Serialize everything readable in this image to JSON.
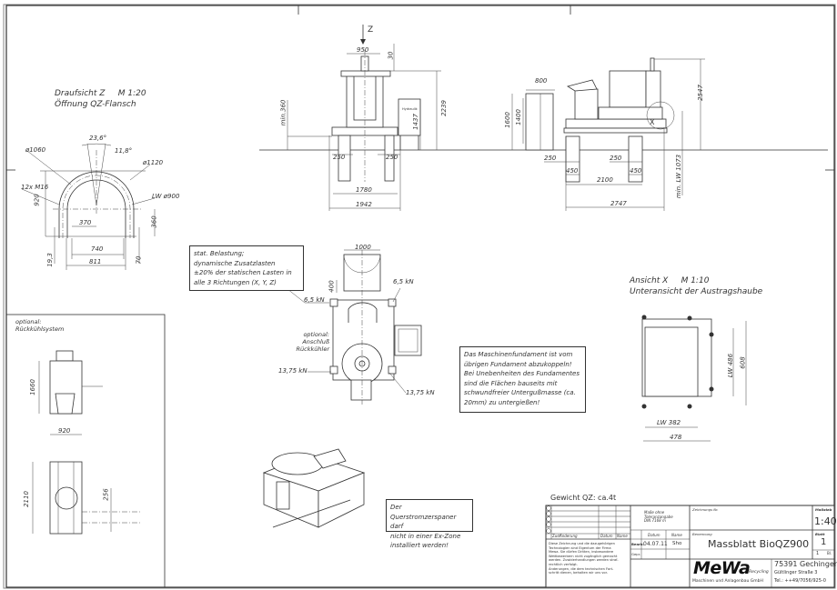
{
  "drawing": {
    "title": "Massblatt BioQZ900",
    "weight": "Gewicht QZ: ca.4t"
  },
  "views": {
    "top_z": {
      "title": "Draufsicht Z",
      "scale": "M 1:20",
      "subtitle": "Öffnung QZ-Flansch",
      "dims": {
        "angle1": "23,6°",
        "angle2": "11,8°",
        "d1060": "ø1060",
        "d1120": "ø1120",
        "bolts": "12x M16",
        "lw": "LW ø900",
        "h920": "920",
        "w370": "370",
        "h360": "360",
        "w740": "740",
        "w811": "811",
        "h19": "19,3",
        "h70": "70"
      }
    },
    "front": {
      "arrow_label": "Z",
      "dims": {
        "w950": "950",
        "h30": "30",
        "min360": "min.360",
        "h1437": "1437",
        "h2239": "2239",
        "w250a": "250",
        "w250b": "250",
        "w1780": "1780",
        "w1942": "1942"
      },
      "hydraulik": "Hydraulik"
    },
    "side": {
      "dims": {
        "w800": "800",
        "h1600": "1600",
        "h1400": "1400",
        "h2547": "2547",
        "w250a": "250",
        "w250b": "250",
        "w450a": "450",
        "w450b": "450",
        "w2100": "2100",
        "w2747": "2747",
        "minlw": "min. LW 1073"
      },
      "detail_label": "X"
    },
    "foundation": {
      "dims": {
        "w1000": "1000",
        "h400": "400"
      },
      "loads": {
        "l1": "6,5 kN",
        "l2": "6,5 kN",
        "l3": "13,75 kN",
        "l4": "13,75 kN"
      },
      "optional_label_1": "optional:",
      "optional_label_2": "Anschluß",
      "optional_label_3": "Rückkühler"
    },
    "ansicht_x": {
      "title": "Ansicht X",
      "scale": "M 1:10",
      "subtitle": "Unteransicht der Austragshaube",
      "dims": {
        "lw486": "LW 486",
        "h608": "608",
        "lw382": "LW 382",
        "w478": "478"
      }
    },
    "cooler": {
      "label_1": "optional:",
      "label_2": "Rückkühlsystem",
      "dims": {
        "h1660": "1660",
        "w920": "920",
        "h2110": "2110",
        "w256": "256"
      }
    }
  },
  "notes": {
    "load": [
      "stat. Belastung;",
      "dynamische Zusatzlasten",
      "±20% der statischen Lasten in",
      "alle 3 Richtungen (X, Y, Z)"
    ],
    "foundation": [
      "Das Maschinenfundament ist vom",
      "übrigen Fundament abzukoppeln!",
      "Bei Unebenheiten des Fundamentes",
      "sind die Flächen bauseits mit",
      "schwundfreier Untergußmasse (ca.",
      "20mm) zu untergießen!"
    ],
    "exzone": [
      "Der Querstromzerspaner darf",
      "nicht in einer Ex-Zone",
      "installiert werden!"
    ]
  },
  "title_block": {
    "rev_header": {
      "zust": "Zust",
      "aenderung": "Änderung",
      "datum": "Datum",
      "name": "Name"
    },
    "copyright": [
      "Diese Zeichnung und die dazugehörigen",
      "Technologien sind Eigentum der Firma",
      "Mewa. Sie dürfen Dritten, insbesondere",
      "Wettbewerbern nicht zugänglich gemacht",
      "werden. Zuwiderhandlungen werden straf-",
      "rechtlich verfolgt.",
      "Änderungen, die dem technischen Fort-",
      "schritt dienen, behalten wir uns vor."
    ],
    "tolerance": [
      "Maße ohne",
      "Toleranzangabe",
      "DIN 7168 m"
    ],
    "datum_label": "Datum",
    "name_label": "Name",
    "bearb_label": "Bearb.",
    "bearb_date": "04.07.11",
    "bearb_name": "Sho",
    "gepr_label": "Gepr.",
    "drawing_no_label": "Zeichnungs Nr.",
    "scale_label": "Maßstab",
    "scale_value": "1:40",
    "designation_label": "Benennung",
    "designation": "Massblatt BioQZ900",
    "sheet_label": "Blatt",
    "sheet_value": "1",
    "sheets_small": "1",
    "sheets_small_b": "Bl.",
    "company": "MeWa",
    "company_sub": "Recycling",
    "company_line": "Maschinen und Anlagenbau GmbH",
    "addr1": "75391 Gechingen",
    "addr2": "Gültlinger Straße 3",
    "addr3": "Tel.: ++49/7056/925-0"
  }
}
